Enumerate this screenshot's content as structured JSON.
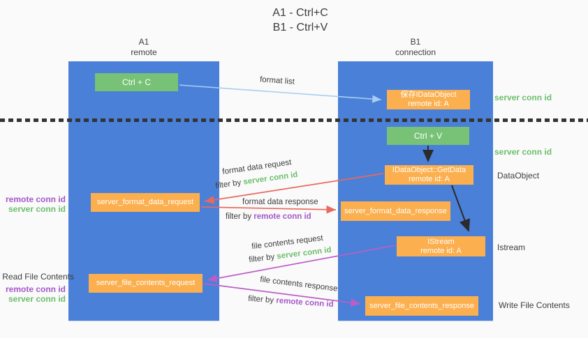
{
  "title": {
    "line1": "A1 - Ctrl+C",
    "line2": "B1 - Ctrl+V"
  },
  "columns": {
    "a1": {
      "name": "A1",
      "subtitle": "remote"
    },
    "b1": {
      "name": "B1",
      "subtitle": "connection"
    }
  },
  "nodes": {
    "ctrl_c": "Ctrl + C",
    "ctrl_v": "Ctrl + V",
    "save_idataobject": {
      "line1": "保存IDataObject",
      "line2": "remote id: A"
    },
    "idataobject_getdata": {
      "line1": "IDataObject::GetData",
      "line2": "remote id: A"
    },
    "istream": {
      "line1": "IStream",
      "line2": "remote id: A"
    },
    "server_format_data_request": "server_format_data_request",
    "server_format_data_response": "server_format_data_response",
    "server_file_contents_request": "server_file_contents_request",
    "server_file_contents_response": "server_file_contents_response"
  },
  "labels": {
    "format_list": "format list",
    "format_data_request": "format data request",
    "format_data_response": "format data response",
    "file_contents_request": "file contents request",
    "file_contents_response": "file contents response",
    "filter_by": "filter by ",
    "server_conn_id": "server conn id",
    "remote_conn_id": "remote conn id",
    "read_file_contents": "Read File Contents",
    "write_file_contents": "Write File Contents",
    "dataobject": "DataObject",
    "istream": "Istream"
  },
  "colors": {
    "bg": "#fafafa",
    "column_blue": "#4a80d8",
    "box_green": "#77c277",
    "box_orange": "#fbaf4e",
    "arrow_lightblue": "#a8cdf0",
    "arrow_red": "#e8695d",
    "arrow_purple": "#bb5ec6",
    "arrow_black": "#2b2b2b",
    "dotted": "#333333",
    "text_dark": "#3d3d3d",
    "text_green": "#6cbf6c",
    "text_purple": "#a558c8"
  }
}
